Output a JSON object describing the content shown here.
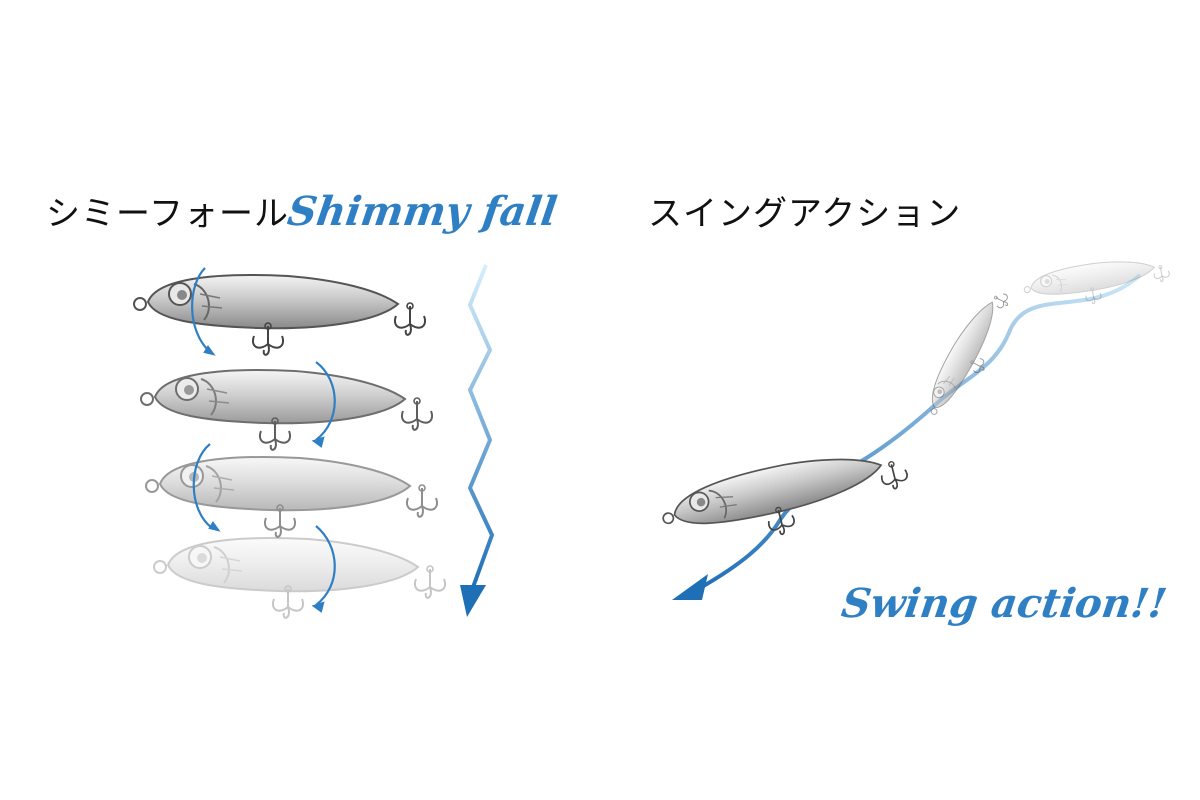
{
  "shimmy": {
    "title_jp": "シミーフォール",
    "title_en": "Shimmy fall"
  },
  "swing": {
    "title_jp": "スイングアクション",
    "caption_en": "Swing action!!"
  },
  "colors": {
    "accent_blue": "#2f7fc4",
    "line_light_blue": "#9fd3f2",
    "arrow_blue": "#1f6fb7",
    "lure_outline": "#555555",
    "text": "#111111"
  }
}
